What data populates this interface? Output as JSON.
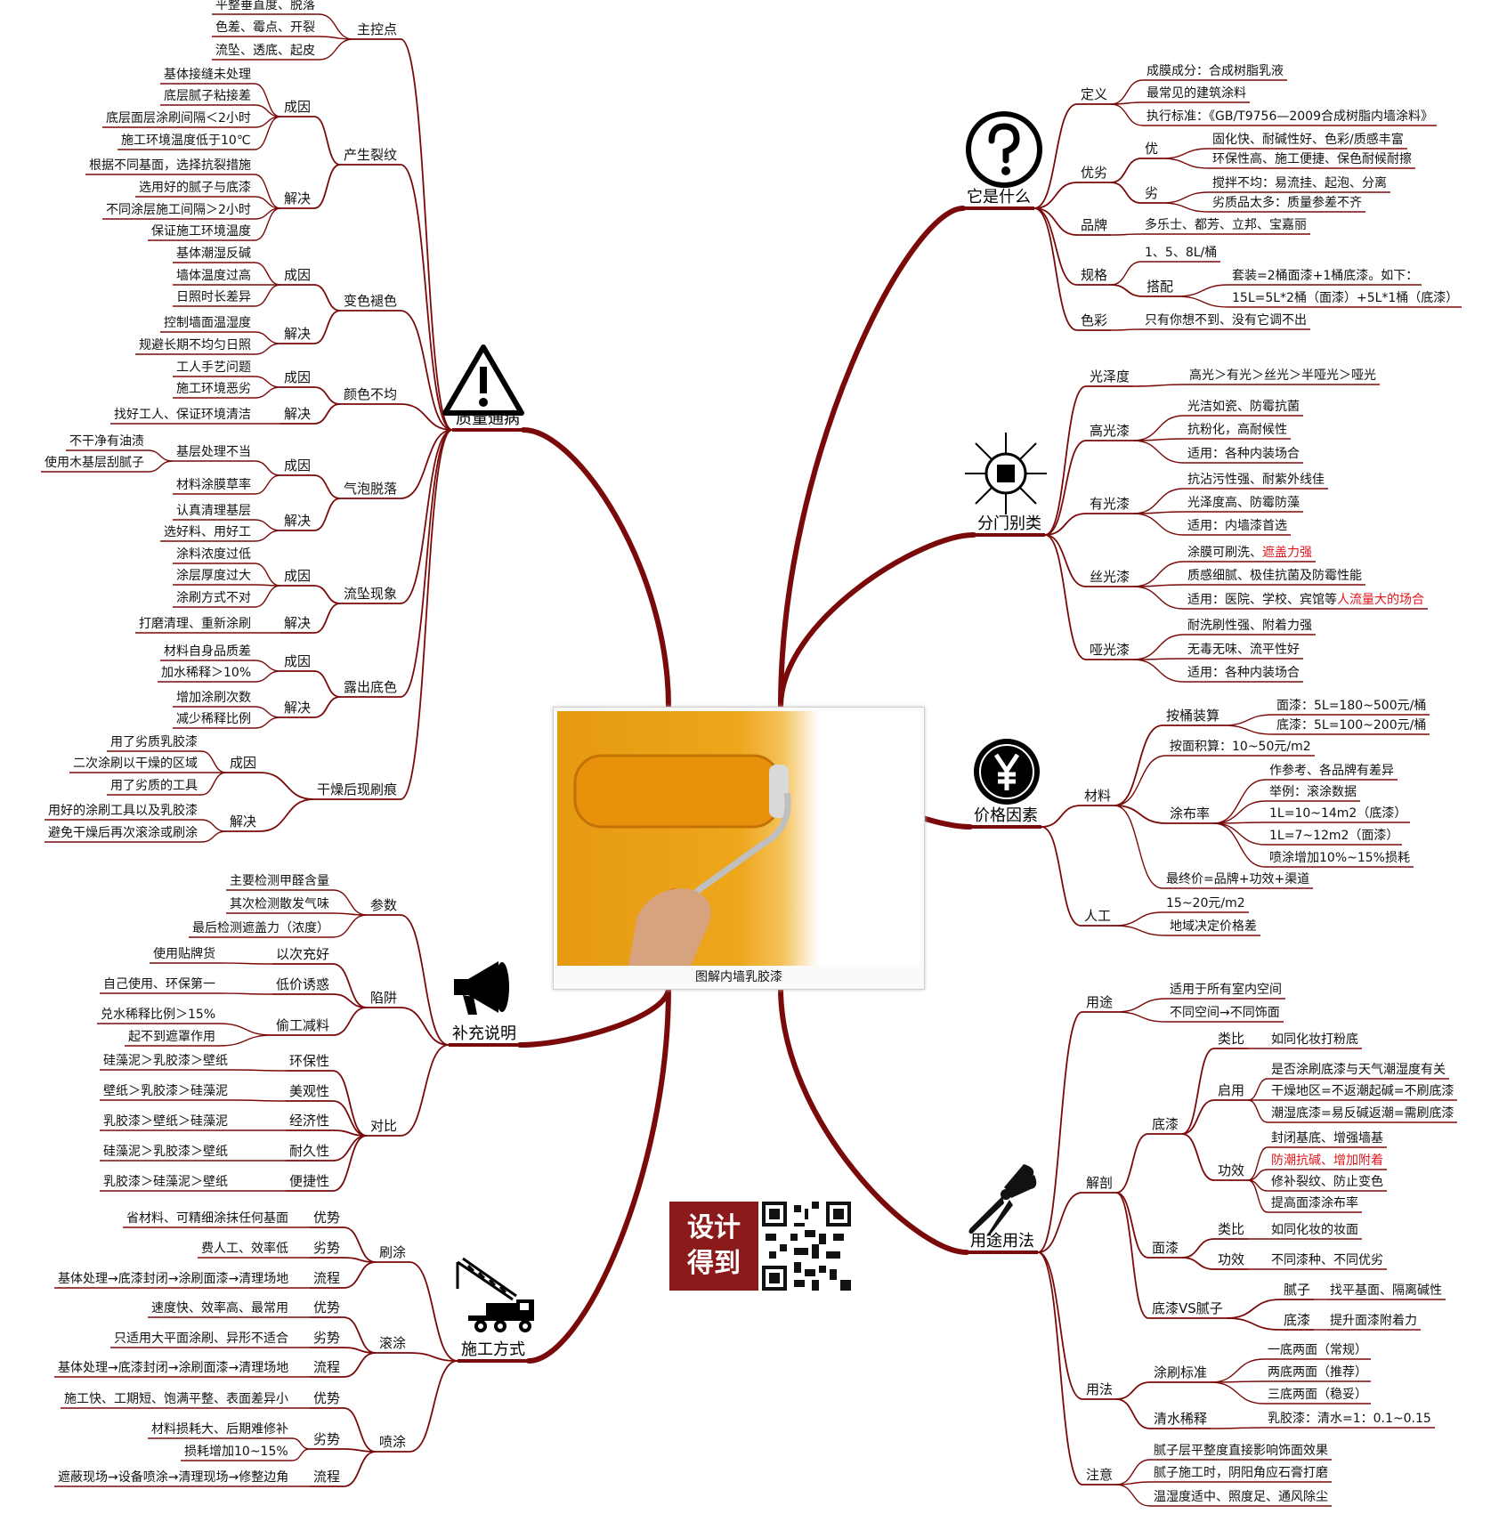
{
  "center": {
    "caption": "图解内墙乳胶漆"
  },
  "logo": {
    "line1": "设计",
    "line2": "得到"
  },
  "icons": {
    "q": "question-circle-icon",
    "fen": "split-arrows-icon",
    "yen": "yen-circle-icon",
    "pliers": "pliers-icon",
    "warn": "warning-triangle-icon",
    "horn": "megaphone-icon",
    "crane": "crane-truck-icon"
  },
  "colors": {
    "branch": "#7a0a0a",
    "accent_red": "#e0161d"
  },
  "texts": {
    "qa": "它是什么",
    "qa_def": "定义",
    "qa_def_1": "成膜成分：合成树脂乳液",
    "qa_def_2": "最常见的建筑涂料",
    "qa_def_3": "执行标准：《GB/T9756—2009合成树脂内墙涂料》",
    "qa_yl": "优劣",
    "qa_you": "优",
    "qa_you_1": "固化快、耐碱性好、色彩/质感丰富",
    "qa_you_2": "环保性高、施工便捷、保色耐候耐擦",
    "qa_lie": "劣",
    "qa_lie_1": "搅拌不均：易流挂、起泡、分离",
    "qa_lie_2": "劣质品太多：质量参差不齐",
    "qa_pp": "品牌",
    "qa_pp_1": "多乐士、都芳、立邦、宝嘉丽",
    "qa_gg": "规格",
    "qa_gg_1": "1、5、8L/桶",
    "qa_dp": "搭配",
    "qa_dp_1": "套装=2桶面漆+1桶底漆。如下：",
    "qa_dp_2": "15L=5L*2桶（面漆）+5L*1桶（底漆）",
    "qa_sc": "色彩",
    "qa_sc_1": "只有你想不到、没有它调不出",
    "fm": "分门别类",
    "fm_gzd": "光泽度",
    "fm_gzd_1": "高光＞有光＞丝光＞半哑光＞哑光",
    "fm_gg": "高光漆",
    "fm_gg_1": "光洁如瓷、防霉抗菌",
    "fm_gg_2": "抗粉化，高耐候性",
    "fm_gg_3": "适用：各种内装场合",
    "fm_yg": "有光漆",
    "fm_yg_1": "抗沾污性强、耐紫外线佳",
    "fm_yg_2": "光泽度高、防霉防藻",
    "fm_yg_3": "适用：内墙漆首选",
    "fm_sg": "丝光漆",
    "fm_sg_1a": "涂膜可刷洗、",
    "fm_sg_1b": "遮盖力强",
    "fm_sg_2": "质感细腻、极佳抗菌及防霉性能",
    "fm_sg_3a": "适用：医院、学校、宾馆等",
    "fm_sg_3b": "人流量大的场合",
    "fm_yag": "哑光漆",
    "fm_yag_1": "耐洗刷性强、附着力强",
    "fm_yag_2": "无毒无味、流平性好",
    "fm_yag_3": "适用：各种内装场合",
    "pr": "价格因素",
    "pr_cl": "材料",
    "pr_at": "按桶装算",
    "pr_at_1": "面漆：5L=180~500元/桶",
    "pr_at_2": "底漆：5L=100~200元/桶",
    "pr_amj": "按面积算：10~50元/m2",
    "pr_tbl": "涂布率",
    "pr_tbl_1": "作参考、各品牌有差异",
    "pr_tbl_2": "举例：滚涂数据",
    "pr_tbl_3": "1L=10~14m2（底漆）",
    "pr_tbl_4": "1L=7~12m2（面漆）",
    "pr_tbl_5": "喷涂增加10%~15%损耗",
    "pr_zz": "最终价=品牌+功效+渠道",
    "pr_rg": "人工",
    "pr_rg_1": "15~20元/m2",
    "pr_rg_2": "地域决定价格差",
    "yt": "用途用法",
    "yt_yt": "用途",
    "yt_yt_1": "适用于所有室内空间",
    "yt_yt_2": "不同空间→不同饰面",
    "yt_jp": "解剖",
    "yt_dq": "底漆",
    "yt_lb1": "类比",
    "yt_lb1_1": "如同化妆打粉底",
    "yt_qy": "启用",
    "yt_qy_1": "是否涂刷底漆与天气潮湿度有关",
    "yt_qy_2": "干燥地区=不返潮起碱=不刷底漆",
    "yt_qy_3": "潮湿底漆=易反碱返潮=需刷底漆",
    "yt_gx1": "功效",
    "yt_gx1_1": "封闭基底、增强墙基",
    "yt_gx1_2": "防潮抗碱、增加附着",
    "yt_gx1_3": "修补裂纹、防止变色",
    "yt_gx1_4": "提高面漆涂布率",
    "yt_mq": "面漆",
    "yt_lb2": "类比",
    "yt_lb2_1": "如同化妆的妆面",
    "yt_gx2": "功效",
    "yt_gx2_1": "不同漆种、不同优劣",
    "yt_vs": "底漆VS腻子",
    "yt_vs_nz": "腻子",
    "yt_vs_nz_1": "找平基面、隔离碱性",
    "yt_vs_dq": "底漆",
    "yt_vs_dq_1": "提升面漆附着力",
    "yt_yf": "用法",
    "yt_tsbz": "涂刷标准",
    "yt_tsbz_1": "一底两面（常规）",
    "yt_tsbz_2": "两底两面（推荐）",
    "yt_tsbz_3": "三底两面（稳妥）",
    "yt_qs": "清水稀释",
    "yt_qs_1": "乳胶漆：清水=1：0.1~0.15",
    "yt_zy": "注意",
    "yt_zy_1": "腻子层平整度直接影响饰面效果",
    "yt_zy_2": "腻子施工时，阴阳角应石膏打磨",
    "yt_zy_3": "温湿度适中、照度足、通风除尘",
    "zl": "质量通病",
    "zl_zkd": "主控点",
    "zl_zkd_1": "平整垂直度、脱落",
    "zl_zkd_2": "色差、霉点、开裂",
    "zl_zkd_3": "流坠、透底、起皮",
    "zl_lf": "产生裂纹",
    "zl_lf_cy": "成因",
    "zl_lf_cy_1": "基体接缝未处理",
    "zl_lf_cy_2": "底层腻子粘接差",
    "zl_lf_cy_3": "底层面层涂刷间隔＜2小时",
    "zl_lf_cy_4": "施工环境温度低于10℃",
    "zl_lf_jj": "解决",
    "zl_lf_jj_1": "根据不同基面，选择抗裂措施",
    "zl_lf_jj_2": "选用好的腻子与底漆",
    "zl_lf_jj_3": "不同涂层施工间隔＞2小时",
    "zl_lf_jj_4": "保证施工环境温度",
    "zl_bs": "变色褪色",
    "zl_bs_cy": "成因",
    "zl_bs_cy_1": "基体潮湿反碱",
    "zl_bs_cy_2": "墙体温度过高",
    "zl_bs_cy_3": "日照时长差异",
    "zl_bs_jj": "解决",
    "zl_bs_jj_1": "控制墙面温湿度",
    "zl_bs_jj_2": "规避长期不均匀日照",
    "zl_ys": "颜色不均",
    "zl_ys_cy": "成因",
    "zl_ys_cy_1": "工人手艺问题",
    "zl_ys_cy_2": "施工环境恶劣",
    "zl_ys_jj": "解决",
    "zl_ys_jj_1": "找好工人、保证环境清洁",
    "zl_qp": "气泡脱落",
    "zl_qp_cy": "成因",
    "zl_qp_jc": "基层处理不当",
    "zl_qp_jc_1": "不干净有油渍",
    "zl_qp_jc_2": "使用木基层刮腻子",
    "zl_qp_cl": "材料涂膜草率",
    "zl_qp_jj": "解决",
    "zl_qp_jj_1": "认真清理基层",
    "zl_qp_jj_2": "选好料、用好工",
    "zl_lz": "流坠现象",
    "zl_lz_cy": "成因",
    "zl_lz_cy_1": "涂料浓度过低",
    "zl_lz_cy_2": "涂层厚度过大",
    "zl_lz_cy_3": "涂刷方式不对",
    "zl_lz_jj": "解决",
    "zl_lz_jj_1": "打磨清理、重新涂刷",
    "zl_ld": "露出底色",
    "zl_ld_cy": "成因",
    "zl_ld_cy_1": "材料自身品质差",
    "zl_ld_cy_2": "加水稀释＞10%",
    "zl_ld_jj": "解决",
    "zl_ld_jj_1": "增加涂刷次数",
    "zl_ld_jj_2": "减少稀释比例",
    "zl_gz": "干燥后现刷痕",
    "zl_gz_cy": "成因",
    "zl_gz_cy_1": "用了劣质乳胶漆",
    "zl_gz_cy_2": "二次涂刷以干燥的区域",
    "zl_gz_cy_3": "用了劣质的工具",
    "zl_gz_jj": "解决",
    "zl_gz_jj_1": "用好的涂刷工具以及乳胶漆",
    "zl_gz_jj_2": "避免干燥后再次滚涂或刷涂",
    "bc": "补充说明",
    "bc_cs": "参数",
    "bc_cs_1": "主要检测甲醛含量",
    "bc_cs_2": "其次检测散发气味",
    "bc_cs_3": "最后检测遮盖力（浓度）",
    "bc_xj": "陷阱",
    "bc_xj_a": "以次充好",
    "bc_xj_a1": "使用贴牌货",
    "bc_xj_b": "低价诱惑",
    "bc_xj_b1": "自己使用、环保第一",
    "bc_xj_c": "偷工减料",
    "bc_xj_c1": "兑水稀释比例＞15%",
    "bc_xj_c2": "起不到遮罩作用",
    "bc_db": "对比",
    "bc_db_a": "环保性",
    "bc_db_a1": "硅藻泥＞乳胶漆＞壁纸",
    "bc_db_b": "美观性",
    "bc_db_b1": "壁纸＞乳胶漆＞硅藻泥",
    "bc_db_c": "经济性",
    "bc_db_c1": "乳胶漆＞壁纸＞硅藻泥",
    "bc_db_d": "耐久性",
    "bc_db_d1": "硅藻泥＞乳胶漆＞壁纸",
    "bc_db_e": "便捷性",
    "bc_db_e1": "乳胶漆＞硅藻泥＞壁纸",
    "sg": "施工方式",
    "sg_st": "刷涂",
    "sg_st_ys": "优势",
    "sg_st_ys1": "省材料、可精细涂抹任何基面",
    "sg_st_ls": "劣势",
    "sg_st_ls1": "费人工、效率低",
    "sg_st_lc": "流程",
    "sg_st_lc1": "基体处理→底漆封闭→涂刷面漆→清理场地",
    "sg_gt": "滚涂",
    "sg_gt_ys": "优势",
    "sg_gt_ys1": "速度快、效率高、最常用",
    "sg_gt_ls": "劣势",
    "sg_gt_ls1": "只适用大平面涂刷、异形不适合",
    "sg_gt_lc": "流程",
    "sg_gt_lc1": "基体处理→底漆封闭→涂刷面漆→清理场地",
    "sg_pt": "喷涂",
    "sg_pt_ys": "优势",
    "sg_pt_ys1": "施工快、工期短、饱满平整、表面差异小",
    "sg_pt_ls": "劣势",
    "sg_pt_ls1": "材料损耗大、后期难修补",
    "sg_pt_ls2": "损耗增加10~15%",
    "sg_pt_lc": "流程",
    "sg_pt_lc1": "遮蔽现场→设备喷涂→清理现场→修整边角"
  }
}
